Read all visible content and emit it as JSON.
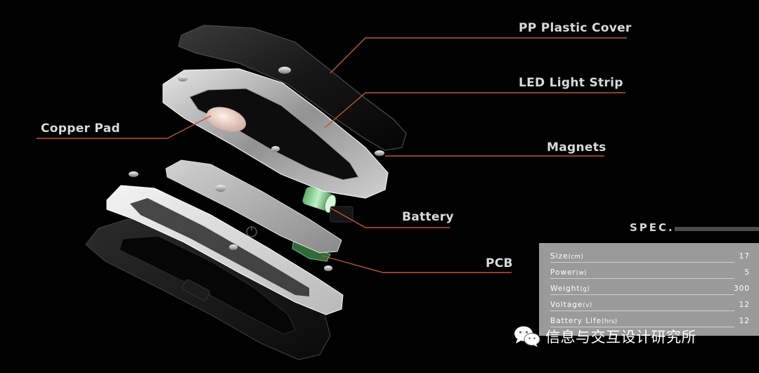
{
  "labels": {
    "pp_cover": "PP Plastic Cover",
    "led_strip": "LED Light Strip",
    "copper_pad": "Copper Pad",
    "magnets": "Magnets",
    "battery": "Battery",
    "pcb": "PCB"
  },
  "spec": {
    "title": "SPEC.",
    "rows": [
      {
        "name": "Size",
        "unit": "(cm)",
        "value": "17"
      },
      {
        "name": "Power",
        "unit": "(w)",
        "value": "5"
      },
      {
        "name": "Weight",
        "unit": "(g)",
        "value": "300"
      },
      {
        "name": "Voltage",
        "unit": "(v)",
        "value": "12"
      },
      {
        "name": "Battery Life",
        "unit": "(hrs)",
        "value": "12"
      }
    ]
  },
  "watermark": {
    "text": "信息与交互设计研究所",
    "icon": "wechat-icon"
  },
  "colors": {
    "leader": "#c0562a",
    "background": "#000000",
    "panel": "#9a9a9a"
  }
}
